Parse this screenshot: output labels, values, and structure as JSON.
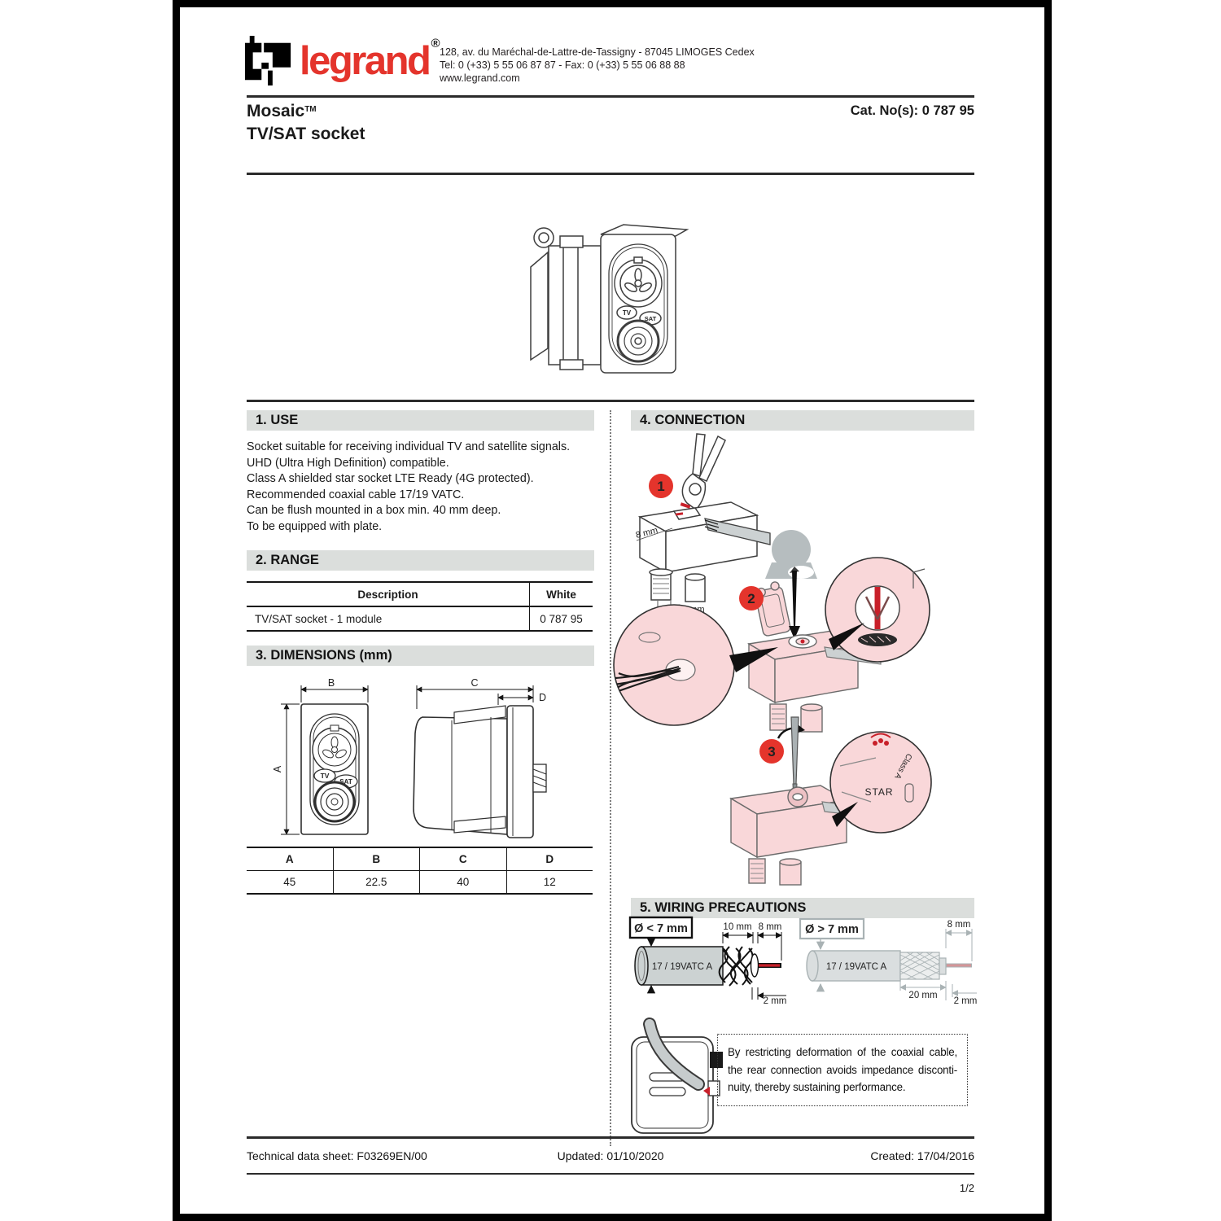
{
  "colors": {
    "brand_red": "#e4342c",
    "bar_gray": "#dbdedc",
    "pink_fill": "#f9d7d9",
    "conductor_red": "#c8202a",
    "gray_diagram": "#a9b2b4"
  },
  "header": {
    "brand": "legrand",
    "registered": "®",
    "address_lines": [
      "128, av. du Maréchal-de-Lattre-de-Tassigny - 87045 LIMOGES Cedex",
      "Tel: 0 (+33) 5 55 06 87 87 - Fax: 0 (+33) 5 55 06 88 88",
      "www.legrand.com"
    ]
  },
  "title": {
    "family": "Mosaic",
    "tm": "TM",
    "product": "TV/SAT socket",
    "cat": "Cat. No(s): 0 787 95"
  },
  "use": {
    "heading": "1. USE",
    "lines": [
      "Socket suitable for receiving individual TV and satellite signals.",
      "UHD (Ultra High Definition) compatible.",
      "Class A shielded star socket LTE Ready (4G protected).",
      "Recommended coaxial cable 17/19 VATC.",
      "Can be flush mounted in a box min. 40 mm deep.",
      "To be equipped with plate."
    ]
  },
  "range": {
    "heading": "2. RANGE",
    "headers": [
      "Description",
      "White"
    ],
    "row": [
      "TV/SAT socket - 1 module",
      "0 787 95"
    ]
  },
  "dims": {
    "heading": "3. DIMENSIONS (mm)",
    "a": "A",
    "b": "B",
    "c": "C",
    "d": "D",
    "tv": "TV",
    "sat": "SAT",
    "table_headers": [
      "A",
      "B",
      "C",
      "D"
    ],
    "table_values": [
      "45",
      "22.5",
      "40",
      "12"
    ]
  },
  "connection": {
    "heading": "4. CONNECTION",
    "step1_num": "1",
    "step1_dim": "8 mm",
    "step2_num": "2",
    "step2_dim": "2 mm",
    "step3_num": "3",
    "star": "STAR",
    "class_a": "Class A"
  },
  "wiring": {
    "heading": "5. WIRING PRECAUTIONS",
    "small_title": "Ø < 7 mm",
    "small_cable": "17 / 19VATC A",
    "small_dim1": "10 mm",
    "small_dim2": "8 mm",
    "small_dim3": "2 mm",
    "large_title": "Ø > 7 mm",
    "large_cable": "17 / 19VATC A",
    "large_dim1": "8 mm",
    "large_dim2": "20 mm",
    "large_dim3": "2 mm",
    "note_lines": [
      "By restricting deformation of the coaxial cable,",
      "the rear connection avoids impedance disconti-",
      "nuity, thereby sustaining performance."
    ]
  },
  "footer": {
    "left": "Technical data sheet: F03269EN/00",
    "center": "Updated: 01/10/2020",
    "right": "Created: 17/04/2016",
    "page": "1/2"
  }
}
